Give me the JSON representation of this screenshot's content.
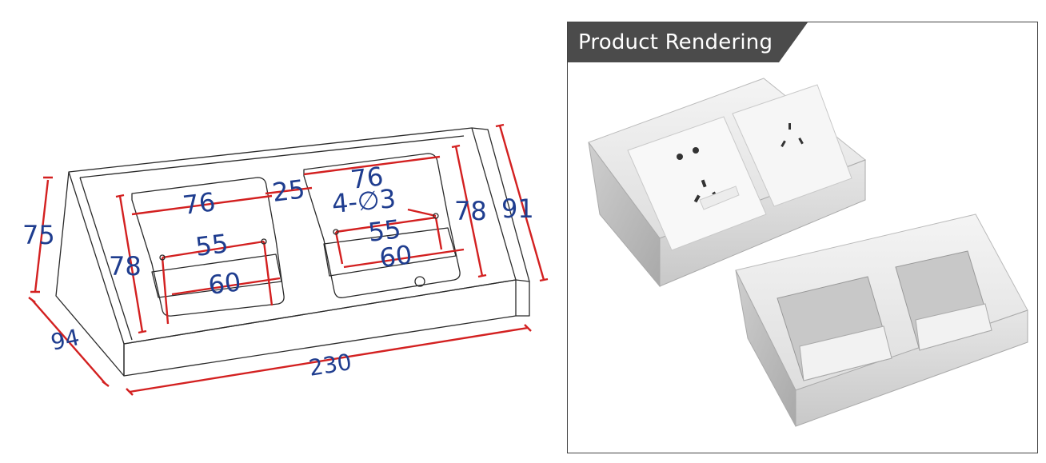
{
  "drawing": {
    "dimensions": {
      "height_left": "75",
      "depth": "94",
      "length": "230",
      "height_right": "91",
      "left_opening_width": "76",
      "right_opening_width": "76",
      "gap": "25",
      "left_opening_height": "78",
      "right_opening_height": "78",
      "left_hole_spacing": "55",
      "right_hole_spacing": "55",
      "left_bottom_width": "60",
      "right_bottom_width": "60",
      "hole_spec": "4-∅3"
    }
  },
  "rendering": {
    "title": "Product Rendering"
  },
  "colors": {
    "dimension_text": "#1f3d8f",
    "dimension_line": "#d32020",
    "header_bg": "#4b4b4b"
  }
}
